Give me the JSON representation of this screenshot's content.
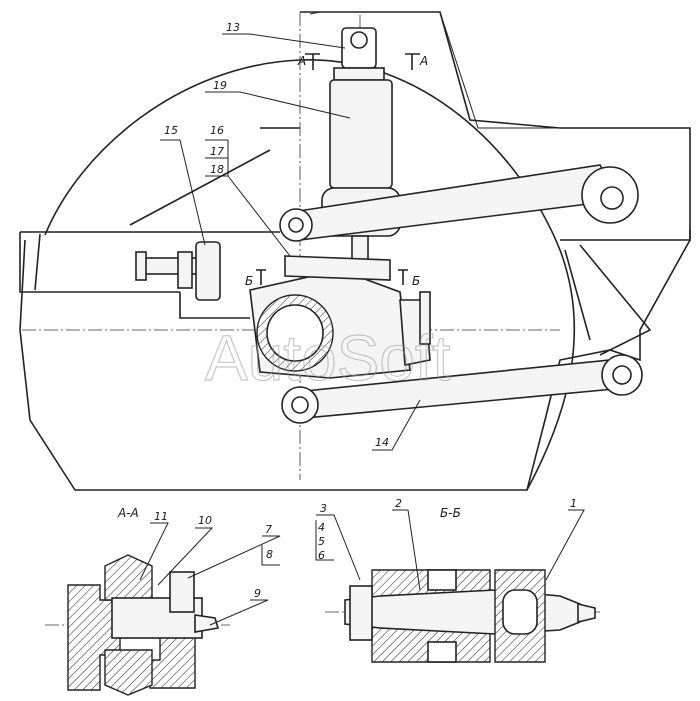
{
  "watermark": "AutoSoft",
  "section_labels": {
    "aa_top_left": "А",
    "aa_top_right": "А",
    "bb_left": "Б",
    "bb_right": "Б",
    "aa_title": "А-А",
    "bb_title": "Б-Б"
  },
  "callouts": {
    "c1": "1",
    "c2": "2",
    "c3": "3",
    "c4": "4",
    "c5": "5",
    "c6": "6",
    "c7": "7",
    "c8": "8",
    "c9": "9",
    "c10": "10",
    "c11": "11",
    "c13": "13",
    "c14": "14",
    "c15": "15",
    "c16": "16",
    "c17": "17",
    "c18": "18",
    "c19": "19"
  }
}
